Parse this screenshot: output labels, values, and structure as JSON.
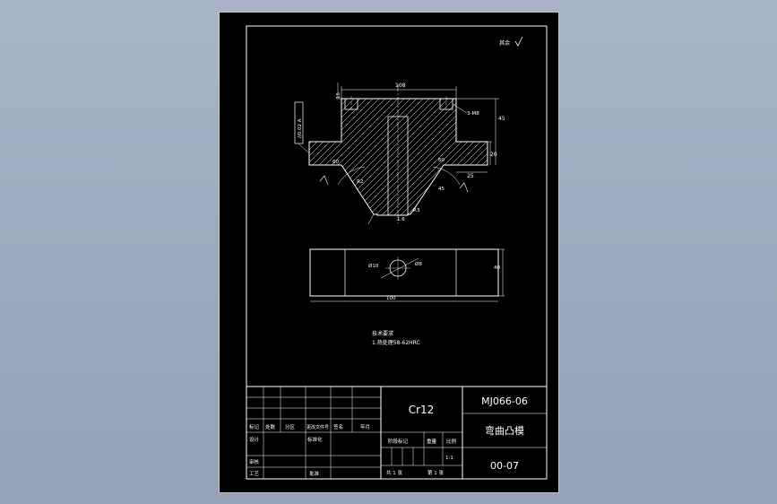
{
  "title_block": {
    "material": "Cr12",
    "drawing_number": "MJ066-06",
    "part_name": "弯曲凸模",
    "sheet_code": "00-07",
    "scale": "1:1",
    "total_sheets": "共 1 张",
    "sheet_no": "第 1 张",
    "headers": {
      "mark": "标记",
      "count": "处数",
      "zone": "分区",
      "change_doc": "更改文件号",
      "signature": "签名",
      "date": "年月",
      "design": "设计",
      "standardize": "标准化",
      "check": "审核",
      "process": "工艺",
      "approve": "批准",
      "stage_mark": "阶段标记",
      "weight": "重量",
      "ratio": "比例"
    }
  },
  "drawing": {
    "roughness_note": "其余",
    "tech_requirements_title": "技术要求",
    "tech_requirement_1": "1.热处理58-62HRC",
    "dims": {
      "top_width": "108",
      "total_height": "45",
      "step_height": "20",
      "side_width": "25",
      "bolt": "3-M8",
      "width_15": "15",
      "angle_1": "60",
      "angle_2": "60",
      "angle_3": "45",
      "radius_r2": "R2",
      "radius_r3": "R3",
      "small_dim": "1.6",
      "flatness": "//0.02 A",
      "plan_width": "100",
      "plan_height": "40",
      "hole_1": "Ø10",
      "hole_2": "Ø8"
    }
  }
}
